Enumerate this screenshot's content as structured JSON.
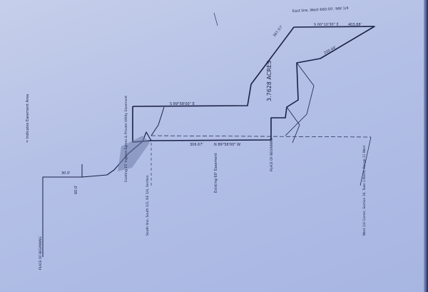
{
  "drawing": {
    "acreage": "3.7628 ACRES",
    "legend": "= Indicates Easement Area",
    "labels": {
      "east_line": "East line, West 660.00', NW 1/4",
      "existing_easement_60": "Existing 60' Easement",
      "ingress_egress": "Existing 15' Ingress-Egress & Private Utility Easement",
      "south_line": "South line, South 1/2, NE 1/4, Section",
      "west_corner": "West 1/4 Corner, Section 10, Town 3 North, Range 11 West",
      "place_of_beginning": "PLACE OF BEGINNING",
      "dim_60": "60.0'",
      "dim_30": "30.0'",
      "bearing_top": "S 00°10'30\" E",
      "bearing_north": "S 89°58'00\" E",
      "bearing_south": "N 89°58'00\" W",
      "dist_top": "403.88'",
      "dist_diag": "200.44'",
      "dist_ne": "367.57'",
      "dist_bottom": "306.67'",
      "place_of_beginning_sw": "PLACE OF BEGINNING"
    }
  }
}
